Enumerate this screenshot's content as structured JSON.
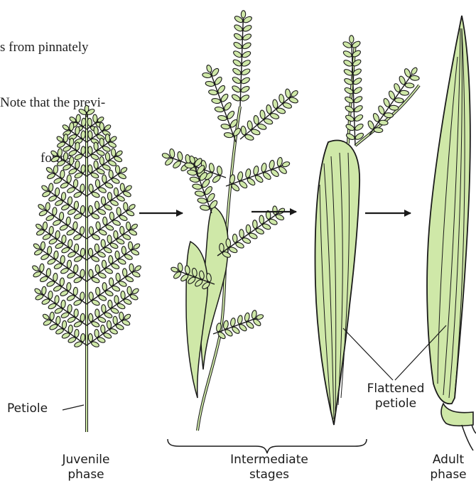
{
  "caption_fragment": {
    "lines": [
      "s from pinnately",
      "Note that the previ-",
      "forms."
    ]
  },
  "labels": {
    "petiole": "Petiole",
    "flattened_petiole": [
      "Flattened",
      "petiole"
    ],
    "juvenile": [
      "Juvenile",
      "phase"
    ],
    "intermediate": [
      "Intermediate",
      "stages"
    ],
    "adult": [
      "Adult",
      "phase"
    ]
  },
  "colors": {
    "leaf_fill": "#cfe8a8",
    "outline": "#1a1a1a"
  }
}
